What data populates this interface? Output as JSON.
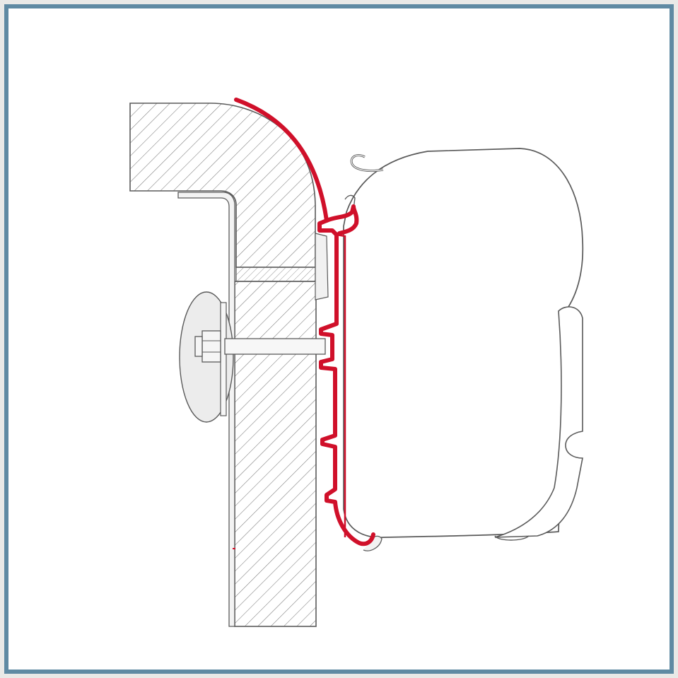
{
  "figure": {
    "subject": "awning-rail-adapter-bracket-cross-section",
    "parts": [
      "wall-section-hatched",
      "l-angle-bracket",
      "mounting-bolt-with-nut",
      "oval-washer-plate",
      "red-adapter-rail-profile",
      "awning-cassette-housing",
      "front-lip-profile",
      "hook-clip"
    ]
  },
  "colors": {
    "frame_border": "#5f8aa3",
    "background": "#ffffff",
    "outline": "#5a5a5a",
    "hatch": "#7a7a7a",
    "adapter_rail": "#d0102a",
    "washer_fill": "#ececec",
    "bracket_fill": "#f3f3f3"
  }
}
